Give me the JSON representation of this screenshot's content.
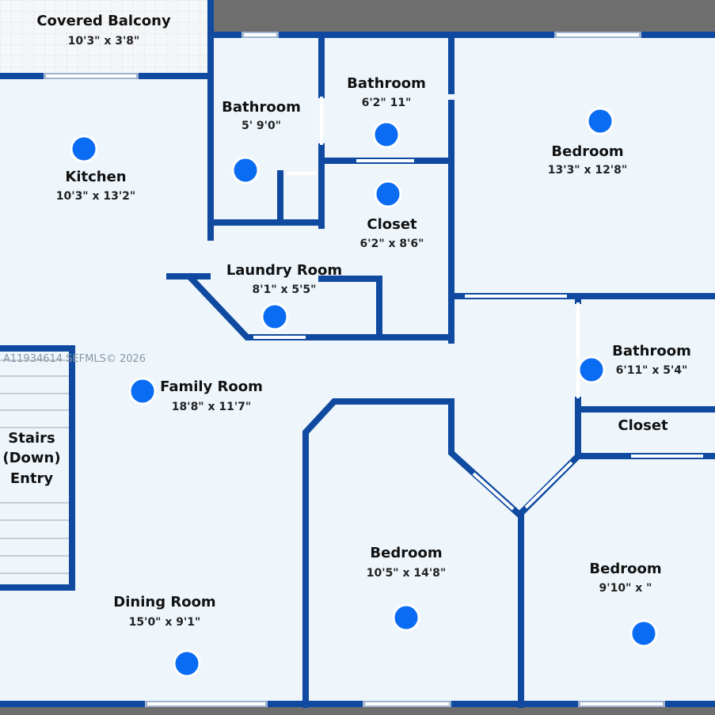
{
  "watermark": "A11934614 SEFMLS© 2026",
  "colors": {
    "wall": "#0f4aa0",
    "floor": "#eef6fc",
    "marker": "#0a6cf2"
  },
  "rooms": [
    {
      "name": "Covered Balcony",
      "dim": "10'3\" x 3'8\""
    },
    {
      "name": "Kitchen",
      "dim": "10'3\" x 13'2\""
    },
    {
      "name": "Bathroom",
      "dim": "5'    9'0\""
    },
    {
      "name": "Bathroom",
      "dim": "6'2\"    11\""
    },
    {
      "name": "Bedroom",
      "dim": "13'3\" x 12'8\""
    },
    {
      "name": "Closet",
      "dim": "6'2\" x 8'6\""
    },
    {
      "name": "Laundry Room",
      "dim": "8'1\" x 5'5\""
    },
    {
      "name": "Family Room",
      "dim": "18'8\" x 11'7\""
    },
    {
      "name": "Bathroom",
      "dim": "6'11\" x 5'4\""
    },
    {
      "name": "Closet",
      "dim": ""
    },
    {
      "name": "Stairs",
      "dim": ""
    },
    {
      "name": "(Down)",
      "dim": ""
    },
    {
      "name": "Entry",
      "dim": ""
    },
    {
      "name": "Bedroom",
      "dim": "10'5\" x 14'8\""
    },
    {
      "name": "Bedroom",
      "dim": "9'10\" x    \""
    },
    {
      "name": "Dining Room",
      "dim": "15'0\" x 9'1\""
    }
  ]
}
